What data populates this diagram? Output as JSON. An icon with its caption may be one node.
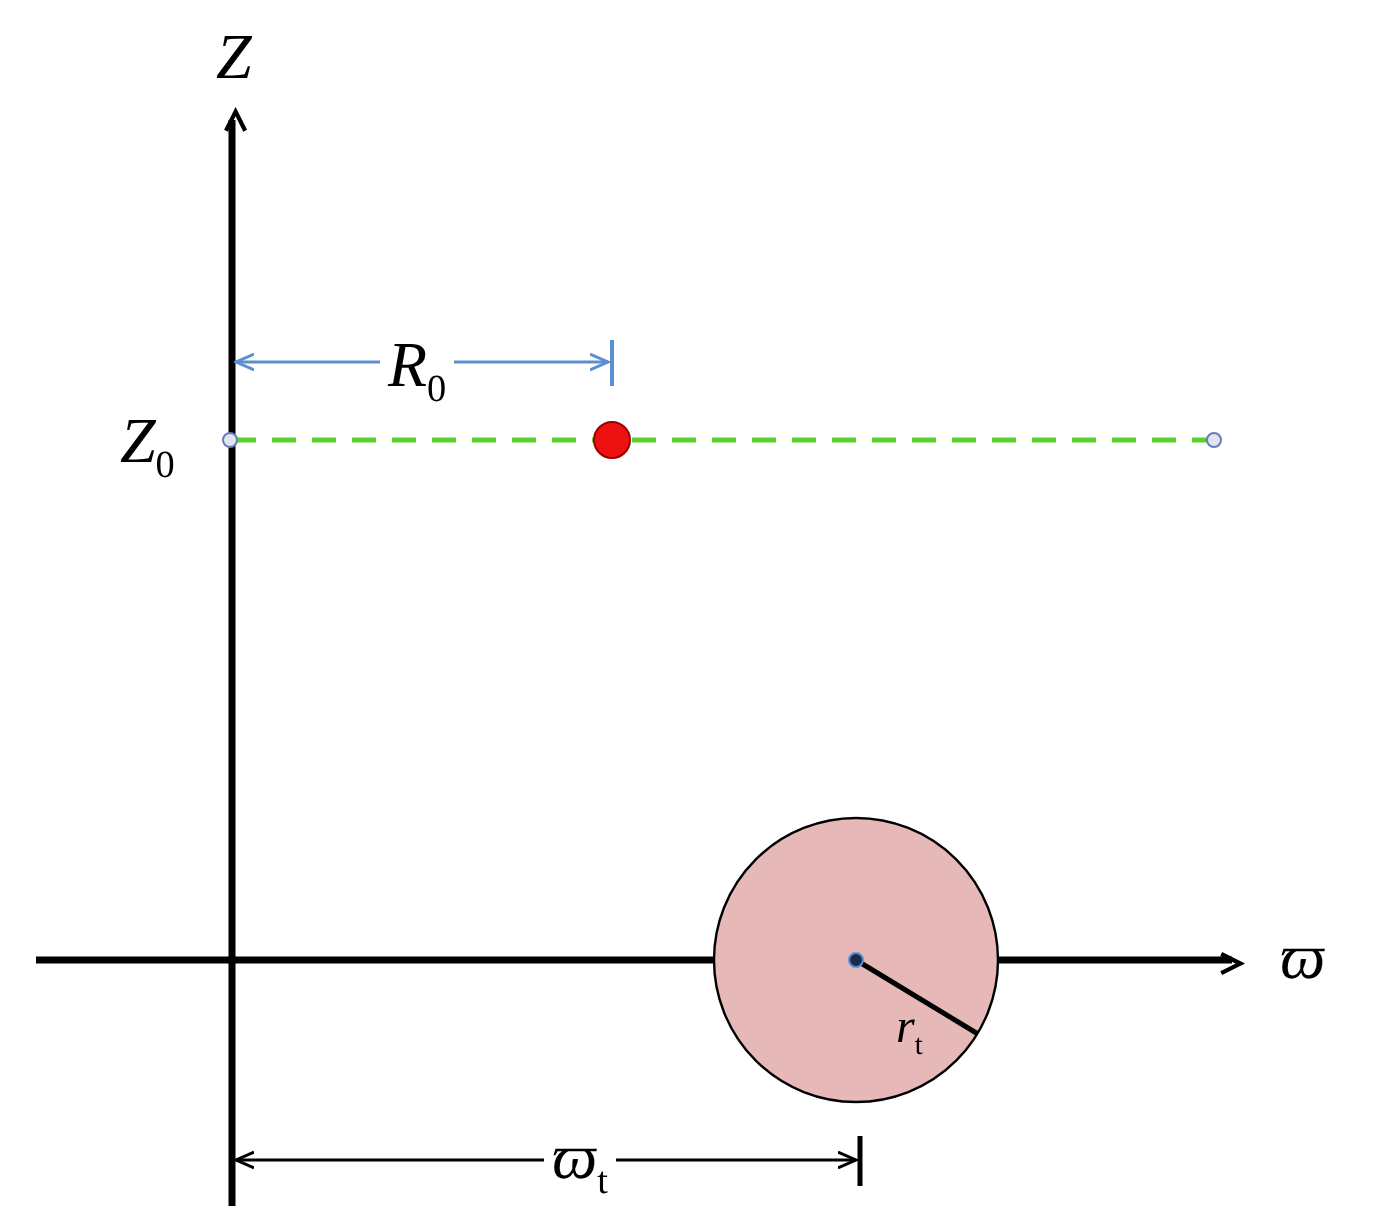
{
  "diagram": {
    "nodes": [
      {
        "text": [
          "r$_{t}$"
        ]
      }
    ],
    "labels": [
      "Z",
      "R$_{0}$",
      "Z$_{0}$",
      "ϖ",
      "ϖ$_{t}$"
    ]
  }
}
